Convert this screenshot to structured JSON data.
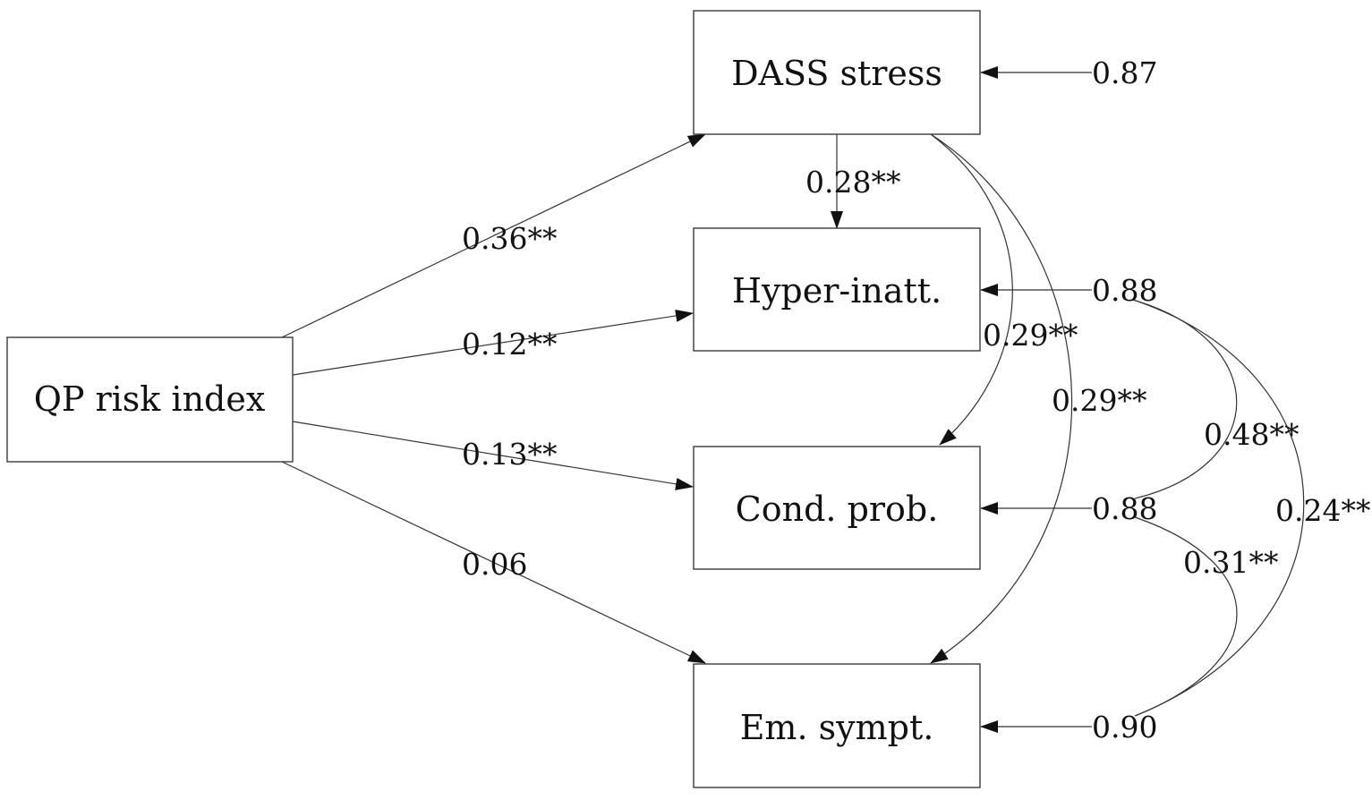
{
  "nodes": {
    "qp": "QP risk index",
    "dass": "DASS stress",
    "hyper": "Hyper-inatt.",
    "cond": "Cond. prob.",
    "em": "Em. sympt."
  },
  "paths": {
    "qp_to_dass": "0.36**",
    "qp_to_hyper": "0.12**",
    "qp_to_cond": "0.13**",
    "qp_to_em": "0.06",
    "dass_to_hyper": "0.28**",
    "dass_to_cond": "0.29**",
    "dass_to_em": "0.29**"
  },
  "residuals": {
    "dass": "0.87",
    "hyper": "0.88",
    "cond": "0.88",
    "em": "0.90"
  },
  "covariances": {
    "hyper_cond": "0.48**",
    "hyper_em": "0.24**",
    "cond_em": "0.31**"
  }
}
